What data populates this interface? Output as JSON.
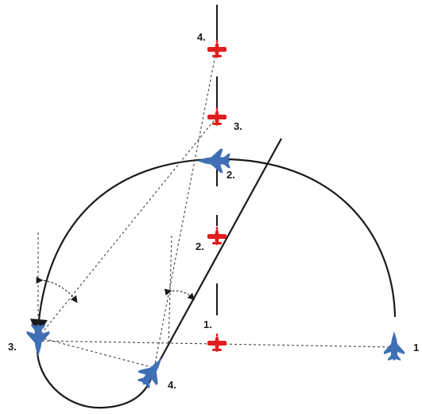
{
  "diagram": {
    "colors": {
      "target": "#e01e1e",
      "attacker": "#3f6fb5",
      "line": "#1a1a1a",
      "dashed": "#444444"
    },
    "red_aircraft_labels": [
      "1.",
      "2.",
      "3.",
      "4."
    ],
    "blue_aircraft_labels": [
      "1",
      "2.",
      "3.",
      "4."
    ]
  }
}
